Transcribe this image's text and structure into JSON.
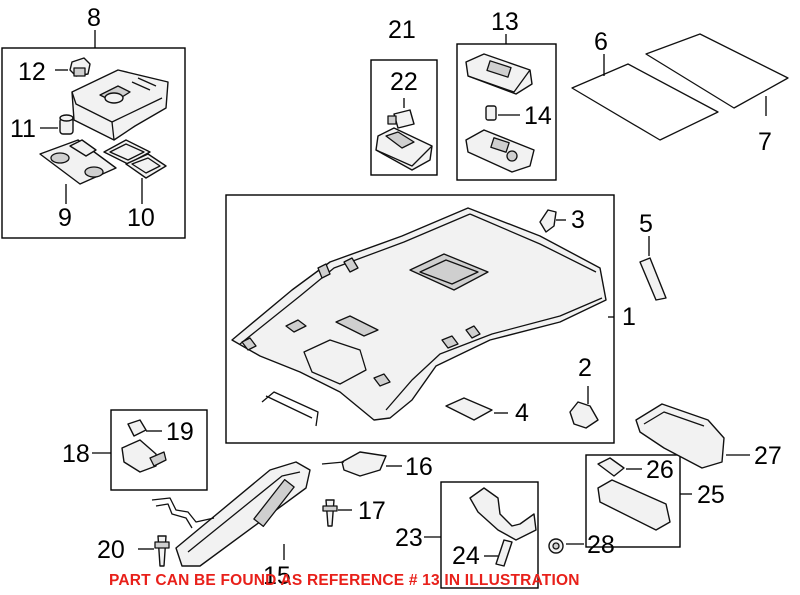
{
  "callouts": {
    "c1": "1",
    "c2": "2",
    "c3": "3",
    "c4": "4",
    "c5": "5",
    "c6": "6",
    "c7": "7",
    "c8": "8",
    "c9": "9",
    "c10": "10",
    "c11": "11",
    "c12": "12",
    "c13": "13",
    "c14": "14",
    "c15": "15",
    "c16": "16",
    "c17": "17",
    "c18": "18",
    "c19": "19",
    "c20": "20",
    "c21": "21",
    "c22": "22",
    "c23": "23",
    "c24": "24",
    "c25": "25",
    "c26": "26",
    "c27": "27",
    "c28": "28"
  },
  "notice": "PART CAN BE FOUND AS REFERENCE # 13 IN ILLUSTRATION",
  "colors": {
    "notice": "#e8201a",
    "lines": "#000000"
  }
}
